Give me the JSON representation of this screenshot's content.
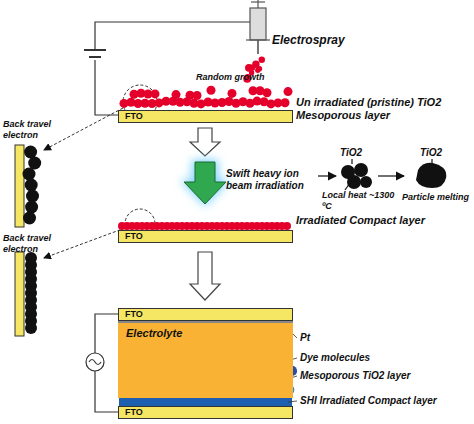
{
  "diagram": {
    "nodes": [
      {
        "text": [
          "FTO"
        ]
      },
      {
        "text": [
          "FTO"
        ]
      },
      {
        "text": [
          "FTO"
        ]
      },
      {
        "text": [
          "Electrolyte"
        ]
      },
      {
        "text": [
          "FTO"
        ]
      }
    ],
    "labels": [
      "Electrospray",
      "Random growth",
      "Un irradiated (pristine) TiO2 Mesoporous layer",
      "Back travel electron",
      "Swift heavy ion beam irradiation",
      "TiO2",
      "TiO2",
      "Local heat ~1300 ºC",
      "Particle melting",
      "Irradiated Compact layer",
      "Back travel electron",
      "Pt",
      "Dye molecules",
      "Mesoporous TiO2 layer",
      "SHI Irradiated Compact layer"
    ]
  }
}
